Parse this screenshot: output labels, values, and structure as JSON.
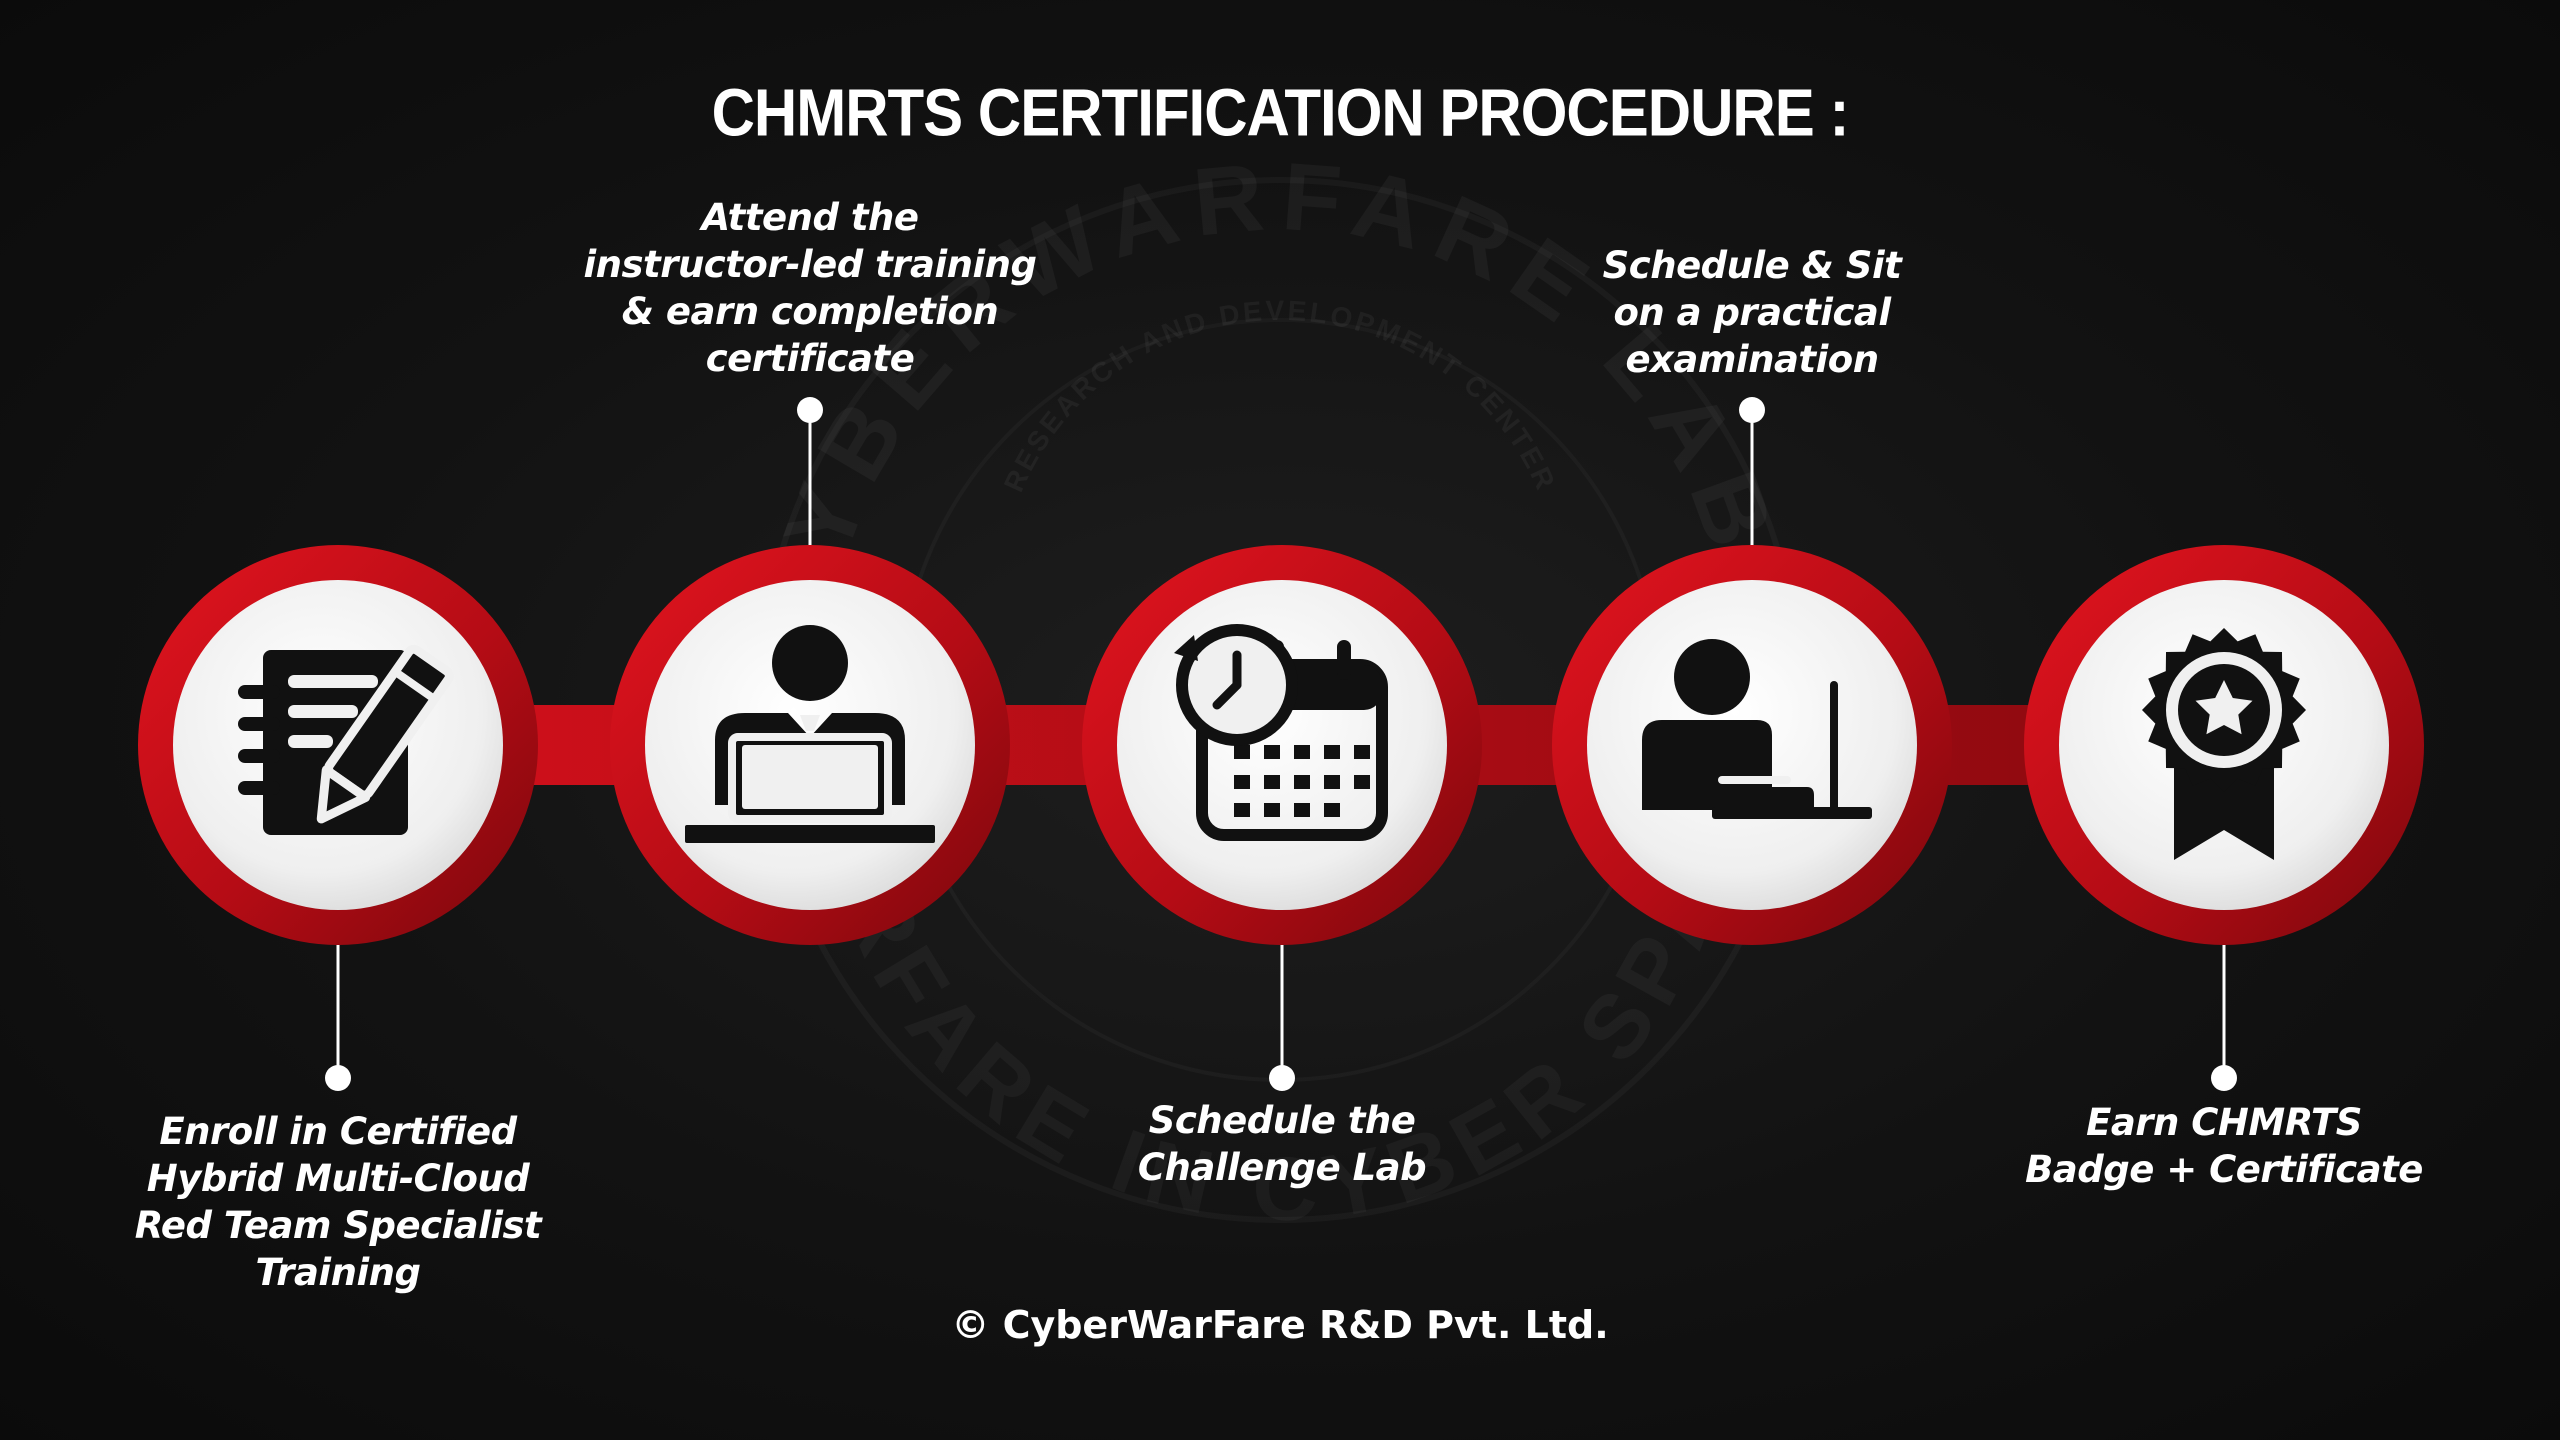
{
  "title": "CHMRTS CERTIFICATION PROCEDURE :",
  "watermark": {
    "outer_text": "CYBERWARFARE LABS",
    "inner_text": "RESEARCH AND DEVELOPMENT CENTER",
    "bottom_text": "WARFARE IN CYBER SPACE"
  },
  "steps": [
    {
      "label_lines": [
        "Enroll in Certified",
        "Hybrid Multi-Cloud",
        "Red Team Specialist",
        "Training"
      ],
      "icon": "notebook-pencil-icon",
      "position": "bottom"
    },
    {
      "label_lines": [
        "Attend the",
        "instructor-led training",
        "& earn completion",
        "certificate"
      ],
      "icon": "person-laptop-desk-icon",
      "position": "top"
    },
    {
      "label_lines": [
        "Schedule the",
        "Challenge Lab"
      ],
      "icon": "calendar-clock-icon",
      "position": "bottom"
    },
    {
      "label_lines": [
        "Schedule & Sit",
        "on a practical",
        "examination"
      ],
      "icon": "person-laptop-exam-icon",
      "position": "top"
    },
    {
      "label_lines": [
        "Earn CHMRTS",
        "Badge + Certificate"
      ],
      "icon": "award-badge-icon",
      "position": "bottom"
    }
  ],
  "copyright": "© CyberWarFare R&D Pvt. Ltd.",
  "colors": {
    "accent_red": "#d0101b",
    "dark_red": "#8e0a10",
    "background": "#111111",
    "circle_white": "#f2f2f2"
  }
}
